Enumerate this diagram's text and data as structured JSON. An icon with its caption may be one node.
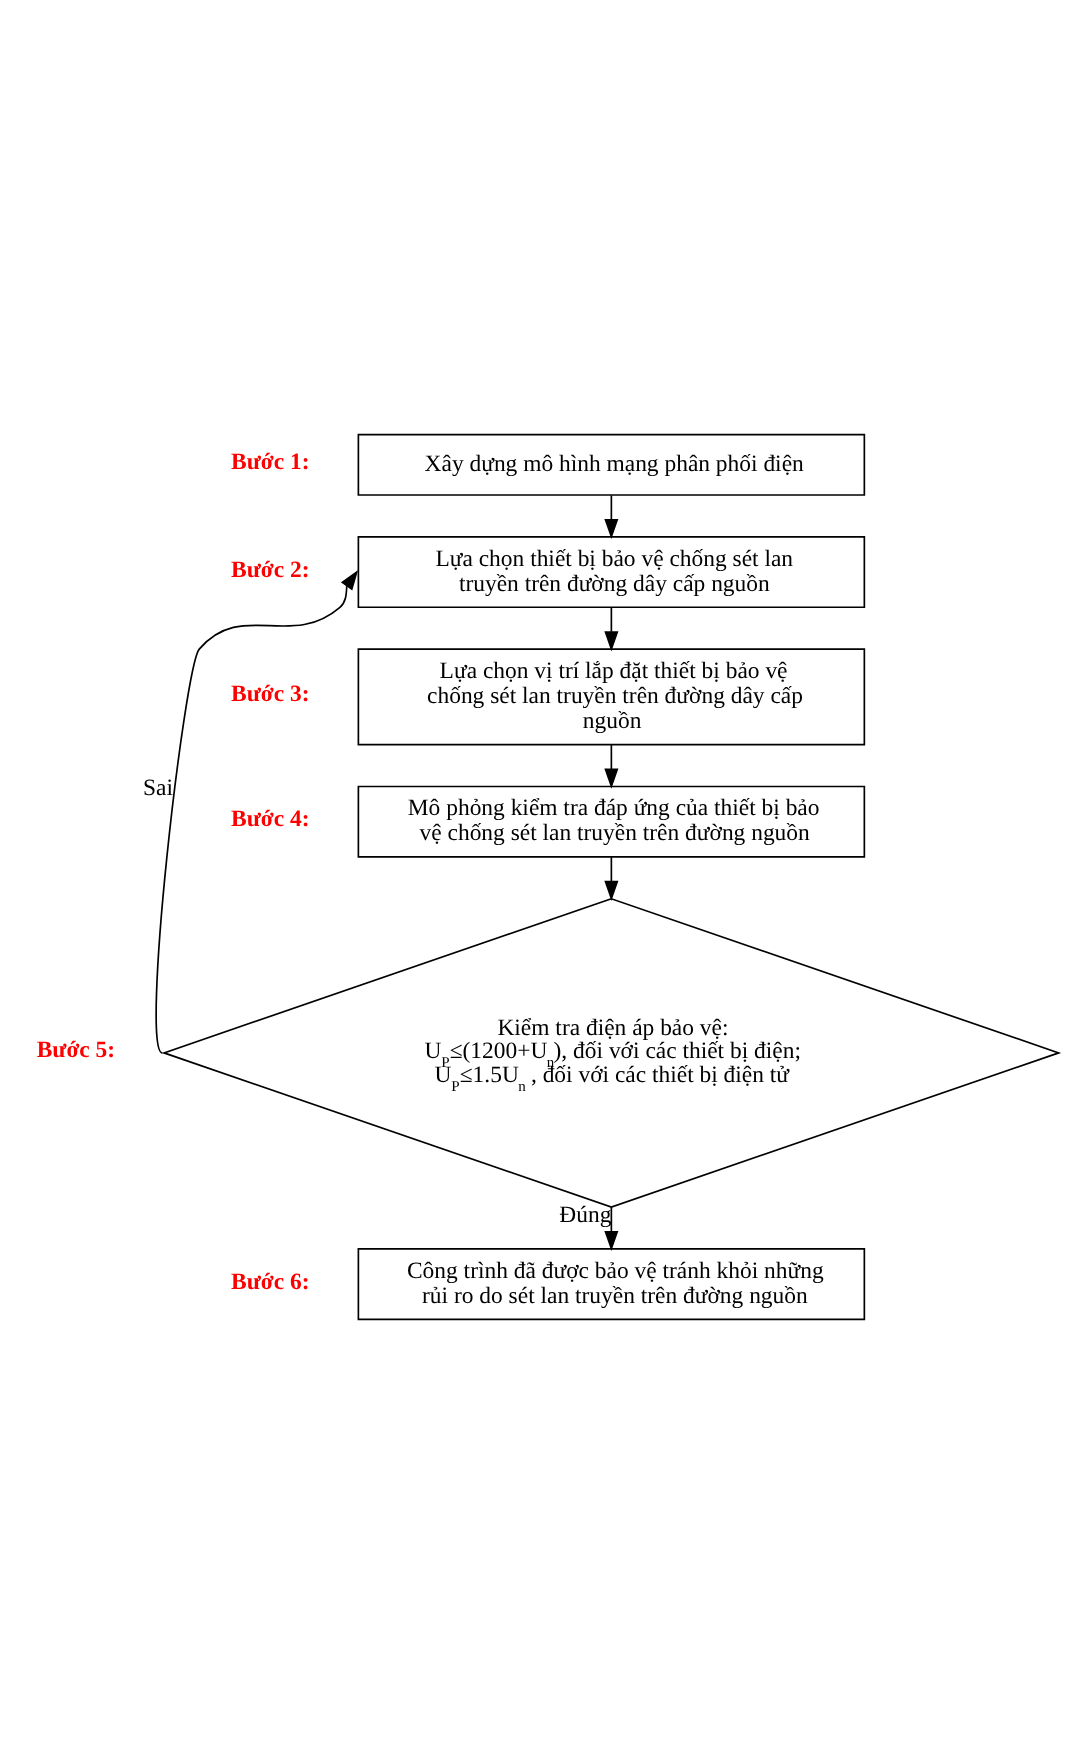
{
  "diagram": {
    "nodes": [
      {
        "text": [
          "Xây dựng mô hình mạng phân phối điện"
        ],
        "beside": [
          "Bước 1:"
        ]
      },
      {
        "text": [
          "Lựa chọn thiết bị bảo vệ chống sét lan truyền trên đường dây cấp nguồn"
        ],
        "beside": [
          "Bước 2:"
        ]
      },
      {
        "text": [
          "Lựa chọn vị trí lắp đặt thiết bị bảo vệ chống sét lan truyền trên đường dây cấp nguồn"
        ],
        "beside": [
          "Bước 3:"
        ]
      },
      {
        "text": [
          "Mô phỏng kiểm tra đáp ứng của thiết bị bảo vệ chống sét lan truyền trên đường nguồn"
        ],
        "beside": [
          "Bước 4:"
        ]
      },
      {
        "text": [
          "Kiểm tra điện áp bảo vệ:",
          "U$_{P}$≤(1200+U$_{n}$), đối với các thiết bị điện;",
          "U$_{P}$≤1.5U$_{n}$ , đối với các thiết bị điện tử"
        ],
        "beside": [
          "Bước 5:"
        ]
      },
      {
        "text": [
          "Công trình đã được bảo vệ tránh khỏi những rủi ro do sét lan truyền trên đường nguồn"
        ],
        "beside": [
          "Bước 6:"
        ]
      }
    ],
    "edges": [
      {
        "from": 0,
        "to": 1,
        "arrow": "to"
      },
      {
        "from": 1,
        "to": 2,
        "arrow": "to"
      },
      {
        "from": 2,
        "to": 3,
        "arrow": "to"
      },
      {
        "from": 3,
        "to": 4,
        "arrow": "to"
      },
      {
        "from": 4,
        "to": 1,
        "arrow": "to",
        "label": "Sai"
      },
      {
        "from": 4,
        "to": 5,
        "arrow": "to",
        "label": "Đúng"
      }
    ]
  }
}
